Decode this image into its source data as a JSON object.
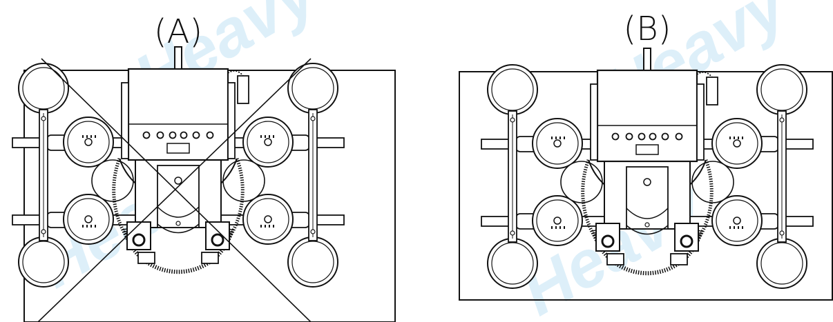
{
  "labels": {
    "left": "(A)",
    "right": "(B)"
  },
  "watermark": {
    "text": "Heavy",
    "color": "#9fd3ef"
  },
  "colors": {
    "ink": "#111111",
    "background": "#ffffff"
  }
}
